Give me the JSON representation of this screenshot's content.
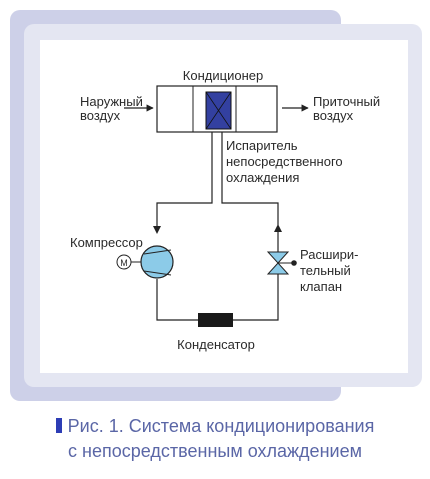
{
  "diagram": {
    "conditioner_label": "Кондиционер",
    "outside_air": [
      "Наружный",
      "воздух"
    ],
    "supply_air": [
      "Приточный",
      "воздух"
    ],
    "evaporator": [
      "Испаритель",
      "непосредственного",
      "охлаждения"
    ],
    "compressor_label": "Компрессор",
    "motor_symbol": "M",
    "expansion_valve": [
      "Расшири-",
      "тельный",
      "клапан"
    ],
    "condenser_label": "Конденсатор"
  },
  "caption": {
    "line1": "Рис. 1. Система кондиционирования",
    "line2": "с непосредственным охлаждением"
  },
  "colors": {
    "outer_panel": "#cdd0e8",
    "inner_panel": "#e4e6f2",
    "evaporator_fill": "#3340a0",
    "equipment_fill": "#8ccbe8",
    "caption_text": "#5a66a6",
    "caption_marker": "#2d3db5"
  }
}
